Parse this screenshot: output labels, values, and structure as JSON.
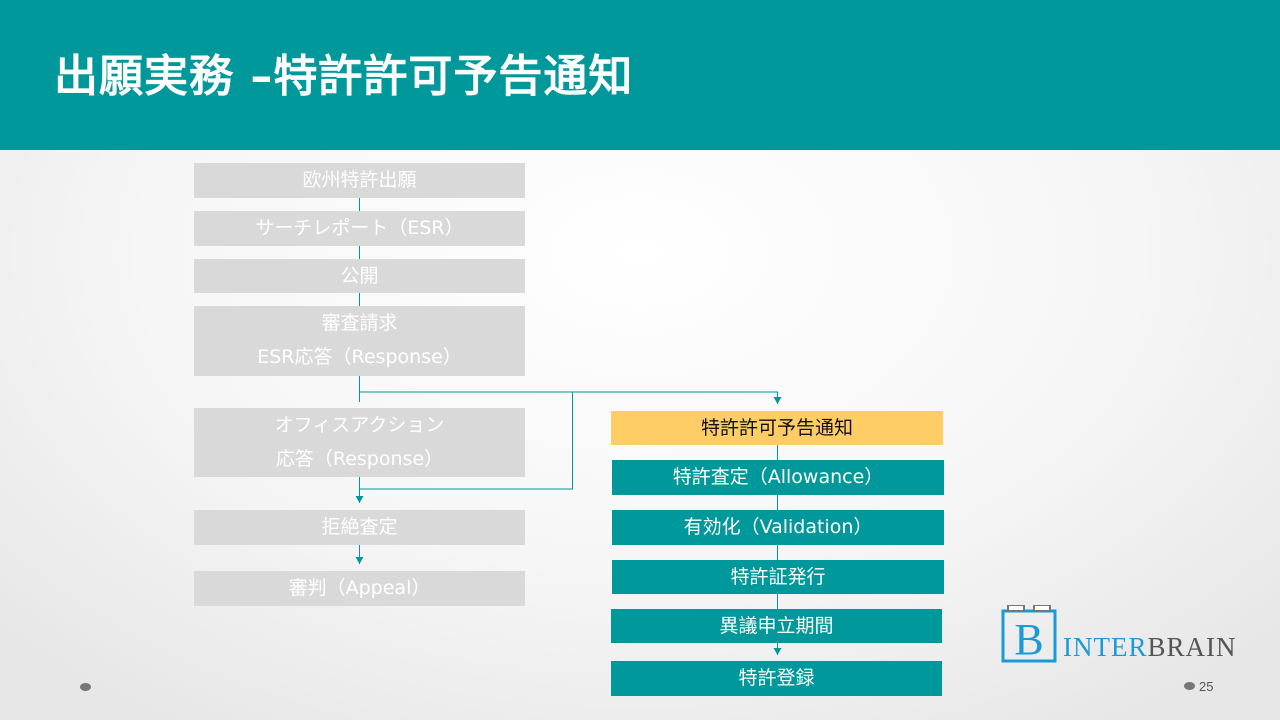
{
  "title": "出願実務 –特許許可予告通知",
  "left_flow": {
    "filing": "欧州特許出願",
    "esr": "サーチレポート（ESR）",
    "publication": "公開",
    "exam_line1": "審査請求",
    "exam_line2": "ESR応答（Response）",
    "oa_line1": "オフィスアクション",
    "oa_line2": "応答（Response）",
    "rejection": "拒絶査定",
    "appeal": "審判（Appeal）"
  },
  "right_flow": {
    "notice": "特許許可予告通知",
    "allowance": "特許査定（Allowance）",
    "validation": "有効化（Validation）",
    "certificate": "特許証発行",
    "opposition": "異議申立期間",
    "registration": "特許登録"
  },
  "logo": {
    "letter": "B",
    "text_part1": "INTER",
    "text_part2": "BRAIN"
  },
  "page_number": "25",
  "colors": {
    "header": "#00989a",
    "gray_box": "#d9d9d9",
    "teal_box": "#00989a",
    "highlight_box": "#ffcd66",
    "connector": "#00989a",
    "logo_blue": "#1a9bd7"
  }
}
